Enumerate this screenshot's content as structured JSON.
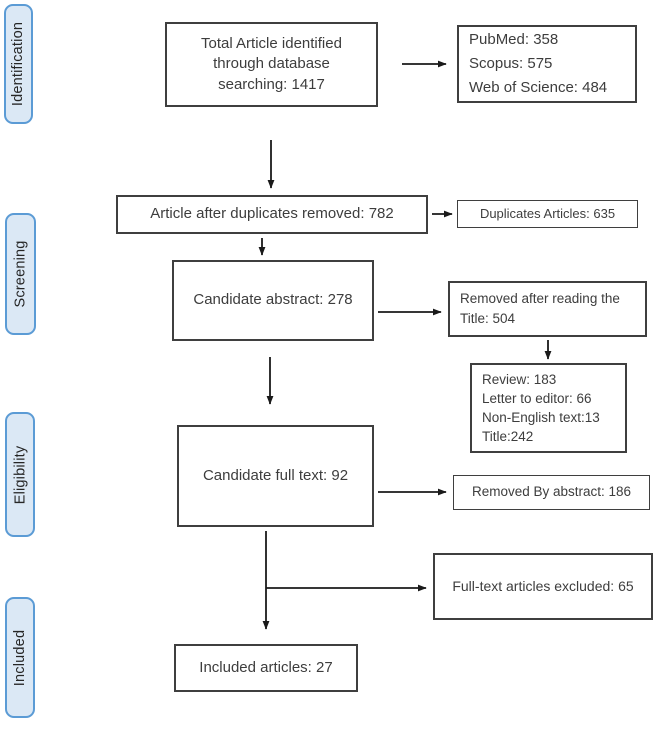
{
  "stages": [
    {
      "label": "Identification"
    },
    {
      "label": "Screening"
    },
    {
      "label": "Eligibility"
    },
    {
      "label": "Included"
    }
  ],
  "boxes": {
    "total_identified": {
      "text": "Total Article identified through database searching: 1417"
    },
    "databases": {
      "lines": [
        "PubMed: 358",
        "Scopus: 575",
        "Web of Science: 484"
      ]
    },
    "after_duplicates": {
      "text": "Article after duplicates removed: 782"
    },
    "duplicates": {
      "text": "Duplicates Articles: 635"
    },
    "candidate_abstract": {
      "text": "Candidate abstract: 278"
    },
    "removed_title": {
      "text": "Removed after reading the Title: 504"
    },
    "title_reasons": {
      "lines": [
        "Review: 183",
        "Letter to editor: 66",
        "Non-English text:13",
        "Title:242"
      ]
    },
    "candidate_fulltext": {
      "text": "Candidate full text: 92"
    },
    "removed_abstract": {
      "text": "Removed By abstract: 186"
    },
    "fulltext_excluded": {
      "text": "Full-text articles excluded: 65"
    },
    "included_articles": {
      "text": "Included articles: 27"
    }
  },
  "colors": {
    "stage_fill": "#dbe8f5",
    "stage_border": "#5b9bd5",
    "box_border": "#3f3f3f",
    "text": "#3d3d3d",
    "arrow": "#1a1a1a"
  }
}
